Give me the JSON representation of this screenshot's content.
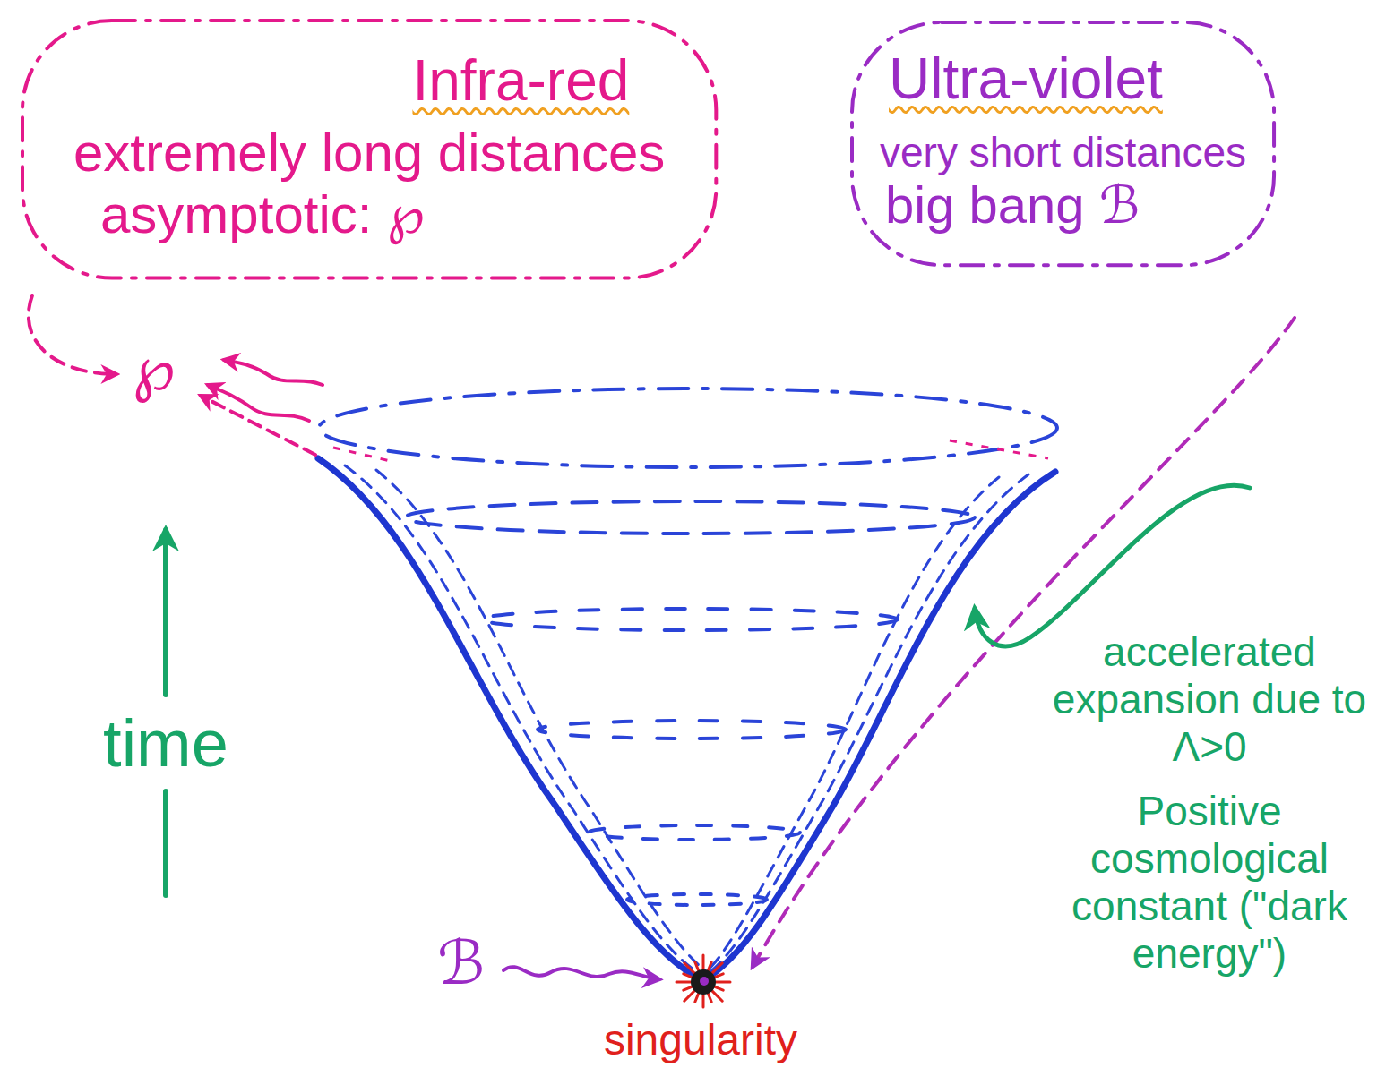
{
  "diagram": {
    "nodes": [
      {
        "text": [
          "Infra-red",
          "extremely long distances",
          "asymptotic: ℘"
        ]
      },
      {
        "text": [
          "Ultra-violet",
          "very short distances",
          "big bang ℬ"
        ]
      }
    ],
    "labels": [
      "℘",
      "accelerated expansion due to Λ>0",
      "time",
      "Positive cosmological constant (\"dark energy\")",
      "ℬ",
      "singularity"
    ]
  }
}
